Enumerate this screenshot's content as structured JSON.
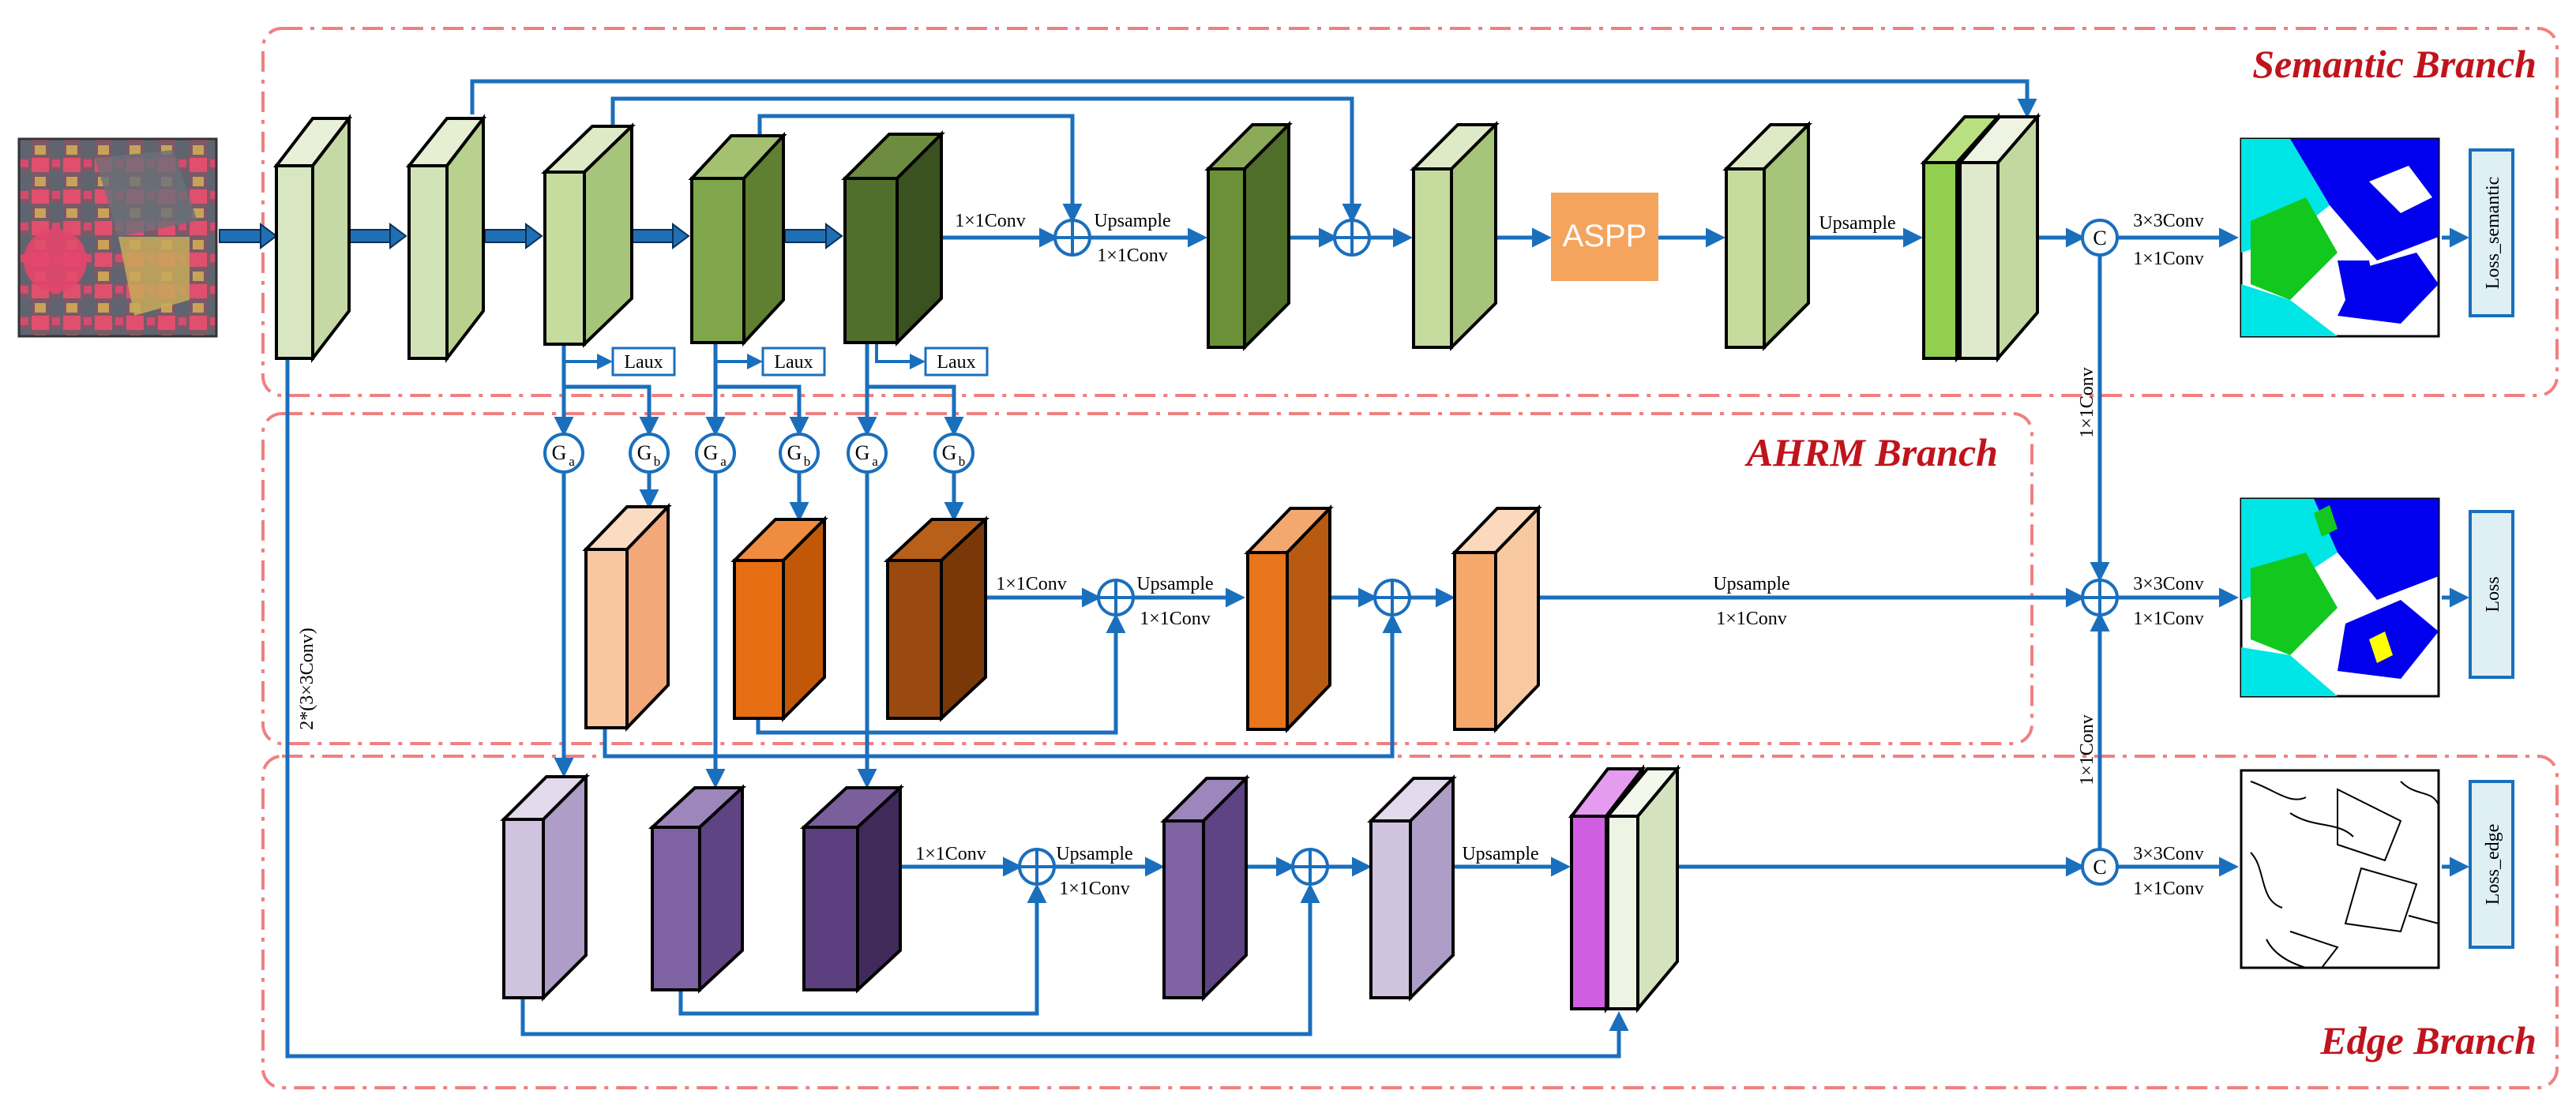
{
  "colors": {
    "line": "#1a6fbd",
    "branch_border": "#f08080",
    "branch_title": "#c0141c",
    "aspp": "#f5a45d",
    "loss_box_fill": "#dff0f5"
  },
  "branches": {
    "semantic": "Semantic Branch",
    "ahrm": "AHRM Branch",
    "edge": "Edge Branch"
  },
  "labels": {
    "conv1x1": "1×1Conv",
    "conv3x3": "3×3Conv",
    "upsample": "Upsample",
    "aspp": "ASPP",
    "laux": "Laux",
    "concat": "C",
    "skip_conv": "2*(3×3Conv)",
    "g_a": "G",
    "g_a_sub": "a",
    "g_b": "G",
    "g_b_sub": "b"
  },
  "losses": {
    "semantic": "Loss_semantic",
    "main": "Loss",
    "edge": "Loss_edge"
  },
  "outputs": {
    "semantic_map": "segmentation-output-semantic",
    "main_map": "segmentation-output-main",
    "edge_map": "edge-output"
  }
}
